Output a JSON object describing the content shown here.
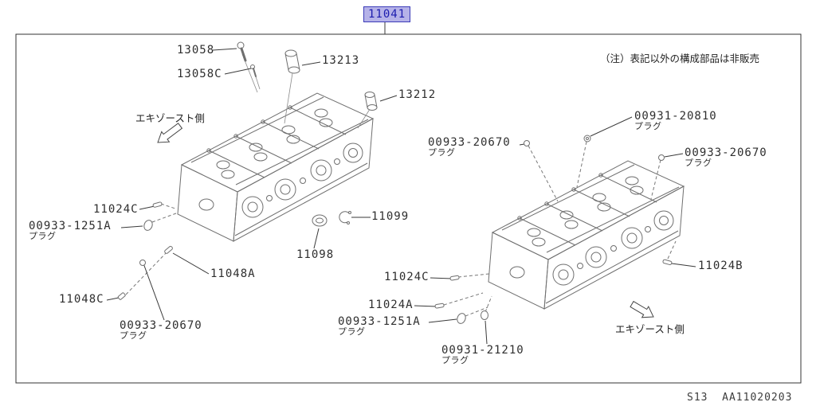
{
  "page": {
    "title": "11041",
    "note": "（注）表記以外の構成部品は非販売",
    "footer": "S13  AA11020203"
  },
  "exhaust": {
    "left": "エキゾースト側",
    "right": "エキゾースト側"
  },
  "colors": {
    "highlight_bg": "#b5b2e8",
    "highlight_border": "#3b3bb8",
    "highlight_text": "#1c1cae",
    "diagram_line": "#6f6f6f",
    "leader_line": "#3a3a3a",
    "text": "#2e2e2e"
  },
  "icons": {
    "exhaust_arrow": "hollow-direction-arrow",
    "parts": [
      "bolt-icon",
      "screw-icon",
      "valve-lifter-icon",
      "stud-icon",
      "plug-icon",
      "snap-ring-icon",
      "seal-plug-icon"
    ]
  },
  "callouts": [
    {
      "text": "13058"
    },
    {
      "text": "13058C"
    },
    {
      "text": "13213"
    },
    {
      "text": "13212"
    },
    {
      "text": "11024C"
    },
    {
      "text": "00933-1251A",
      "sub": "プラグ"
    },
    {
      "text": "11048A"
    },
    {
      "text": "11048C"
    },
    {
      "text": "00933-20670",
      "sub": "プラグ"
    },
    {
      "text": "11099"
    },
    {
      "text": "11098"
    },
    {
      "text": "00933-20670",
      "sub": "プラグ"
    },
    {
      "text": "00931-20810",
      "sub": "プラグ"
    },
    {
      "text": "00933-20670",
      "sub": "プラグ"
    },
    {
      "text": "11024C"
    },
    {
      "text": "11024A"
    },
    {
      "text": "00933-1251A",
      "sub": "プラグ"
    },
    {
      "text": "00931-21210",
      "sub": "プラグ"
    },
    {
      "text": "11024B"
    }
  ]
}
